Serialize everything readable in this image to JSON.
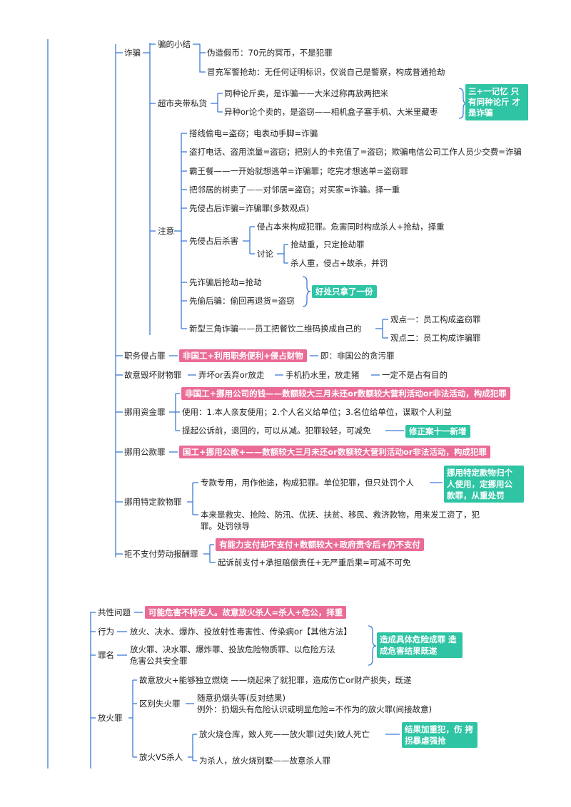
{
  "fraud": {
    "label": "诈骗",
    "small_summary": {
      "label": "骗的小结",
      "i1": "伪造假币：70元的冥币，不是犯罪",
      "i2": "冒充军警抢劫：无任何证明标识，仅说自己是警察，构成普通抢劫"
    },
    "supermarket": {
      "label": "超市夹带私货",
      "i1": "同种论斤卖，是诈骗——大米过称再放两把米",
      "i2": "异种or论个卖的，是盗窃——相机盒子塞手机、大米里藏枣",
      "tag": "三+一记忆 只有同种论斤 才是诈骗"
    },
    "notes": {
      "label": "注意",
      "n1": "搭线偷电=盗窃；电表动手脚=诈骗",
      "n2": "盗打电话、盗用流量=盗窃；把别人的卡充值了=盗窃；欺骗电信公司工作人员少交费=诈骗",
      "n3": "霸王餐——一开始就想逃单=诈骗罪；吃完才想逃单=盗窃罪",
      "n4": "把邻居的树卖了——对邻居=盗窃；对买家=诈骗。择一重",
      "n5": "先侵占后诈骗=诈骗罪(多数观点)",
      "n6": {
        "label": "先侵占后杀害",
        "i1": "侵占本来构成犯罪。危害同时构成杀人+抢劫，择重",
        "discuss": "讨论",
        "d1": "抢劫重，只定抢劫罪",
        "d2": "杀人重，侵占+故杀，并罚"
      },
      "n7": "先诈骗后抢劫=抢劫",
      "n8": "先偷后骗：偷回再退货=盗窃",
      "n78_tag": "好处只拿了一份",
      "n9": {
        "label": "新型三角诈骗——员工把餐饮二维码换成自己的",
        "v1": "观点一：员工构成盗窃罪",
        "v2": "观点二：员工构成诈骗罪"
      }
    }
  },
  "duty_encroach": {
    "label": "职务侵占罪",
    "tag": "非国工+利用职务便利+侵占财物",
    "note": "即：非国公的贪污罪"
  },
  "destroy": {
    "label": "故意毁坏财物罪",
    "a": "弄坏or丢弃or放走",
    "b": "手机扔水里，放走猪",
    "c": "一定不是占有目的"
  },
  "misappropriate_funds": {
    "label": "挪用资金罪",
    "tag": "非国工+挪用公司的钱——数额较大三月未还or数额较大营利活动or非法活动，构成犯罪",
    "use": "使用：1.本人亲友使用；2.个人名义给单位；3.名位给单位，谋取个人利益",
    "refund": "提起公诉前，退回的，可以从减。犯罪较轻，可减免",
    "refund_tag": "修正案十一新增"
  },
  "misappropriate_public": {
    "label": "挪用公款罪",
    "tag": "国工+挪用公款+——数额较大三月未还or数额较大营利活动or非法活动，构成犯罪"
  },
  "special_goods": {
    "label": "挪用特定款物罪",
    "i1": "专款专用，用作他途，构成犯罪。单位犯罪，但只处罚个人",
    "i1_tag": "挪用特定款物归个 人使用，定挪用公 款罪，从重处罚",
    "i2a": "本来是救灾、抢险、防汛、优抚、扶贫、移民、救济款物，用来发工资了，犯",
    "i2b": "罪。处罚领导"
  },
  "refuse_pay": {
    "label": "拒不支付劳动报酬罪",
    "tag": "有能力支付却不支付+数额较大+政府责令后+仍不支付",
    "i2": "起诉前支付+承担赔偿责任+无严重后果=可减不可免"
  },
  "common": {
    "label": "共性问题",
    "tag": "可能危害不特定人。故意放火杀人=杀人+危公，择重"
  },
  "acts": {
    "label": "行为",
    "text": "放火、决水、爆炸、投放射性毒害性、传染病or【其他方法】"
  },
  "names": {
    "label": "罪名",
    "l1": "放火罪、决水罪、爆炸罪、投放危险物质罪、以危险方法",
    "l2": "危害公共安全罪"
  },
  "acts_names_tag": "造成具体危险成罪 造成危害结果既遂",
  "arson": {
    "label": "放火罪",
    "i1": "故意放火+能够独立燃烧  ——烧起来了就犯罪，造成伤亡or财产损失，既遂",
    "negligent": {
      "label": "区别失火罪",
      "a": "随意扔烟头等(反对结果)",
      "b": "例外：扔烟头有危险认识或明显危险=不作为的放火罪(间接故意)"
    },
    "vs_kill": {
      "label": "放火VS杀人",
      "a": "放火烧仓库，致人死——放火罪(过失)致人死亡",
      "a_tag": "结果加重犯，伤 拷拐暴虐强抢",
      "b": "为杀人，放火烧别墅——故意杀人罪"
    }
  }
}
